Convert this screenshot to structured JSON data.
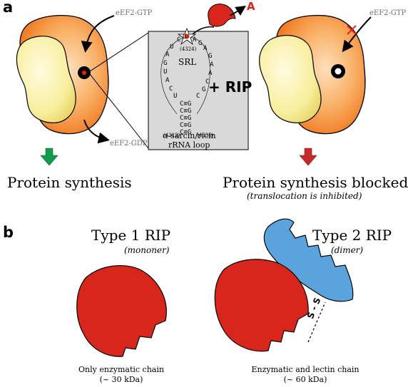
{
  "panel_a": {
    "label": "a",
    "left": {
      "ef_in": "eEF2-GTP",
      "ef_out": "eEF2-GDP",
      "result": "Protein synthesis"
    },
    "right": {
      "ef_in": "eEF2-GTP",
      "result": "Protein synthesis blocked",
      "note": "(translocation is inhibited)"
    },
    "loop_box": {
      "srl": "SRL",
      "pos_top": "(4324)",
      "pos_left": "(4312)",
      "pos_right": "(4338)",
      "plus": "+ RIP",
      "caption_line1": "α-sarcin/ricin",
      "caption_line2": "rRNA loop",
      "top_letters": [
        "C",
        "G",
        "A",
        "G",
        "A"
      ],
      "left_letters": [
        "U",
        "A",
        "G",
        "U",
        "A"
      ],
      "left_letters_2": [
        "C",
        "U"
      ],
      "right_letters": [
        "G",
        "A",
        "A",
        "C",
        "G"
      ],
      "right_letters_2": [
        "C"
      ],
      "stem_pairs": [
        "C≡G",
        "C≡G",
        "C≡G",
        "C≡G",
        "C≡G"
      ]
    },
    "depurinated_base": "A"
  },
  "panel_b": {
    "label": "b",
    "type1": {
      "title": "Type 1 RIP",
      "subtitle": "(mononer)",
      "caption1": "Only enzymatic chain",
      "caption2": "(~ 30 kDa)"
    },
    "type2": {
      "title": "Type 2 RIP",
      "subtitle": "(dimer)",
      "caption1": "Enzymatic and lectin chain",
      "caption2": "(~ 60 kDa)",
      "bond": "S - S"
    }
  },
  "colors": {
    "ribosome_orange": "#f58a33",
    "ribosome_light": "#fbd5a8",
    "ribosome_yellow": "#f9f0a0",
    "rip_red": "#d9261c",
    "lectin_blue": "#5ba3dd",
    "arrow_green": "#149a4b",
    "arrow_red": "#c8282a",
    "box_gray": "#d9d9d9"
  }
}
